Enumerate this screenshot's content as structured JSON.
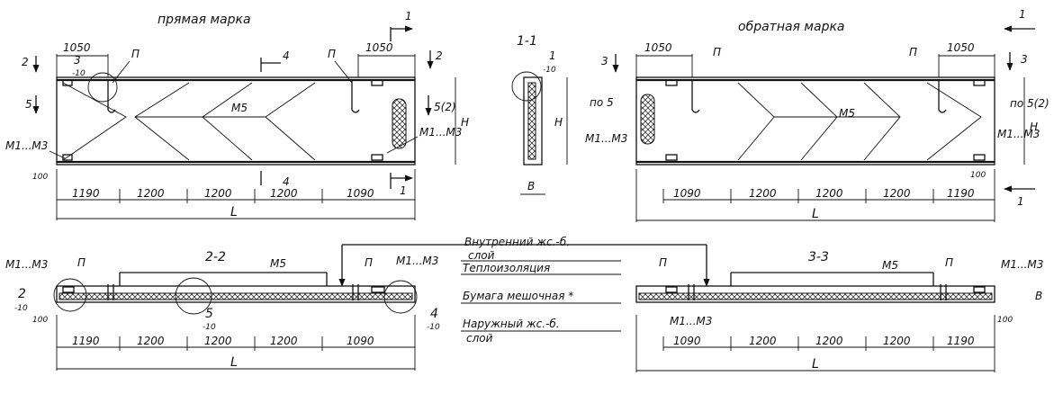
{
  "front": {
    "title": "прямая марка",
    "dims_bottom": [
      "1190",
      "1200",
      "1200",
      "1200",
      "1090"
    ],
    "total": "L",
    "dim_left_top": "1050",
    "dim_right_top": "1050",
    "edge": "100",
    "height": "H",
    "mesh": "M5",
    "loop": "П",
    "embed": "M1...M3",
    "callout3": "3",
    "callout3_sub": "-10",
    "cut2": "2",
    "cut5": "5",
    "cut5b": "5(2)",
    "cut4": "4",
    "cut1": "1"
  },
  "reverse": {
    "title": "обратная марка",
    "dims_bottom": [
      "1090",
      "1200",
      "1200",
      "1200",
      "1190"
    ],
    "total": "L",
    "dim_left_top": "1050",
    "dim_right_top": "1050",
    "edge": "100",
    "height": "H",
    "mesh": "M5",
    "loop": "П",
    "embed": "M1...M3",
    "cut3": "3",
    "po5": "по 5",
    "po5b": "по 5(2)",
    "cut1": "1"
  },
  "section11": {
    "title": "1-1",
    "height": "H",
    "width": "B",
    "callout": "1",
    "callout_sub": "-10"
  },
  "section22": {
    "title": "2-2",
    "dims": [
      "1190",
      "1200",
      "1200",
      "1200",
      "1090"
    ],
    "total": "L",
    "mesh": "M5",
    "loop": "П",
    "embed": "M1...M3",
    "edge": "100",
    "c2": "2",
    "c2_sub": "-10",
    "c5": "5",
    "c5_sub": "-10",
    "c4": "4",
    "c4_sub": "-10"
  },
  "section33": {
    "title": "3-3",
    "dims": [
      "1090",
      "1200",
      "1200",
      "1200",
      "1190"
    ],
    "total": "L",
    "mesh": "M5",
    "loop": "П",
    "embed": "M1...M3",
    "edge": "100",
    "width": "B"
  },
  "layers": {
    "inner_1": "Внутренний жс.-б.",
    "inner_2": "слой",
    "insulation": "Теплоизоляция",
    "paper": "Бумага мешочная *",
    "outer_1": "Наружный жс.-б.",
    "outer_2": "слой"
  }
}
